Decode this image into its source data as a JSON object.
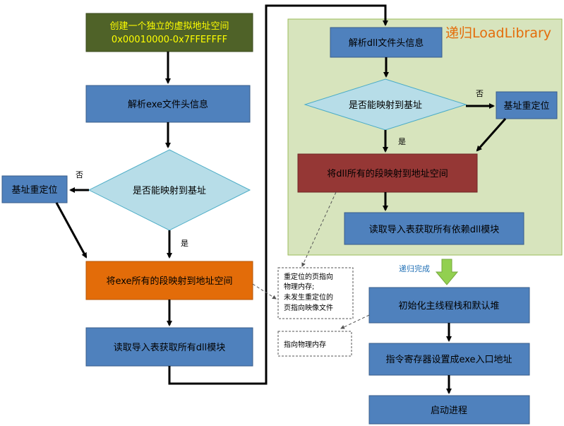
{
  "colors": {
    "blue_box": "#4f81bd",
    "blue_border": "#385d8a",
    "olive_box": "#4f6228",
    "yellow_text": "#ffff00",
    "orange_box": "#e36c09",
    "dark_red_box": "#953735",
    "diamond_fill": "#b7dde8",
    "diamond_border": "#4bacc6",
    "green_panel": "#d7e4bd",
    "green_panel_border": "#9bbb59",
    "panel_title_color": "#e46c0a",
    "green_arrow": "#92d050",
    "recursion_text_color": "#1f6fb5"
  },
  "left_column": {
    "create_space_line1": "创建一个独立的虚拟地址空间",
    "create_space_line2": "0x00010000-0x7FFEFFFF",
    "parse_exe_header": "解析exe文件头信息",
    "decision_exe": "是否能映射到基址",
    "relocate_exe": "基址重定位",
    "no_label_exe": "否",
    "yes_label_exe": "是",
    "map_exe_sections": "将exe所有的段映射到地址空间",
    "read_import_exe": "读取导入表获取所有dll模块"
  },
  "recursive_panel": {
    "title": "递归LoadLibrary",
    "parse_dll_header": "解析dll文件头信息",
    "decision_dll": "是否能映射到基址",
    "no_label_dll": "否",
    "yes_label_dll": "是",
    "relocate_dll": "基址重定位",
    "map_dll_sections": "将dll所有的段映射到地址空间",
    "read_import_dll": "读取导入表获取所有依赖dll模块"
  },
  "right_column": {
    "recursion_done": "递归完成",
    "init_thread": "初始化主线程栈和默认堆",
    "set_entry": "指令寄存器设置成exe入口地址",
    "start_process": "启动进程"
  },
  "notes": {
    "relocation_note": [
      "重定位的页指向",
      "物理内存;",
      "未发生重定位的",
      "页指向映像文件"
    ],
    "physical_note": "指向物理内存"
  }
}
